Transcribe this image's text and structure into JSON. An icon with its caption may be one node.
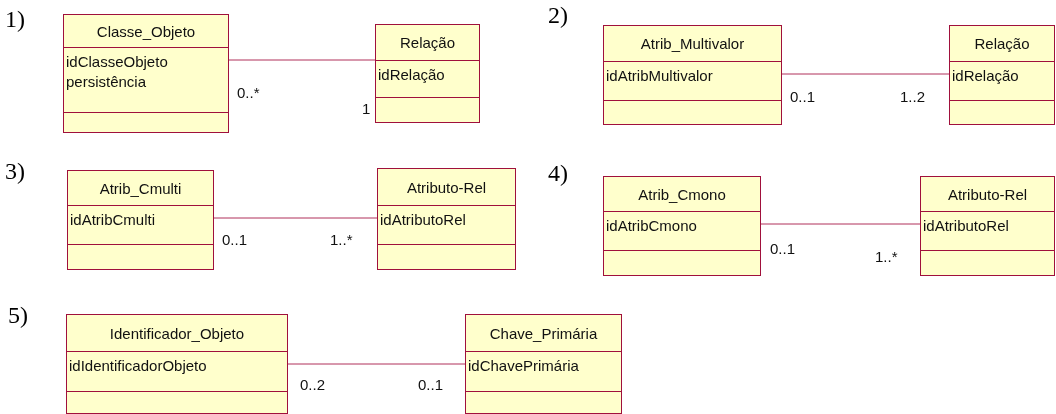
{
  "diagram": {
    "nodes": [
      {
        "text": [
          "Classe_Objeto",
          "idClasseObjeto",
          "persistência"
        ]
      },
      {
        "text": [
          "Relação",
          "idRelação"
        ]
      },
      {
        "text": [
          "Atrib_Multivalor",
          "idAtribMultivalor"
        ]
      },
      {
        "text": [
          "Relação",
          "idRelação"
        ]
      },
      {
        "text": [
          "Atrib_Cmulti",
          "idAtribCmulti"
        ]
      },
      {
        "text": [
          "Atributo-Rel",
          "idAtributoRel"
        ]
      },
      {
        "text": [
          "Atrib_Cmono",
          "idAtribCmono"
        ]
      },
      {
        "text": [
          "Atributo-Rel",
          "idAtributoRel"
        ]
      },
      {
        "text": [
          "Identificador_Objeto",
          "idIdentificadorObjeto"
        ]
      },
      {
        "text": [
          "Chave_Primária",
          "idChavePrimária"
        ]
      }
    ],
    "edges": [
      {
        "from": 0,
        "to": 1,
        "arrow": "none"
      },
      {
        "from": 2,
        "to": 3,
        "arrow": "none"
      },
      {
        "from": 4,
        "to": 5,
        "arrow": "none"
      },
      {
        "from": 6,
        "to": 7,
        "arrow": "none"
      },
      {
        "from": 8,
        "to": 9,
        "arrow": "none"
      }
    ],
    "labels": [
      "1)",
      "0..*",
      "1",
      "2)",
      "0..1",
      "1..2",
      "3)",
      "0..1",
      "1..*",
      "4)",
      "0..1",
      "1..*",
      "5)",
      "0..2",
      "0..1"
    ]
  }
}
